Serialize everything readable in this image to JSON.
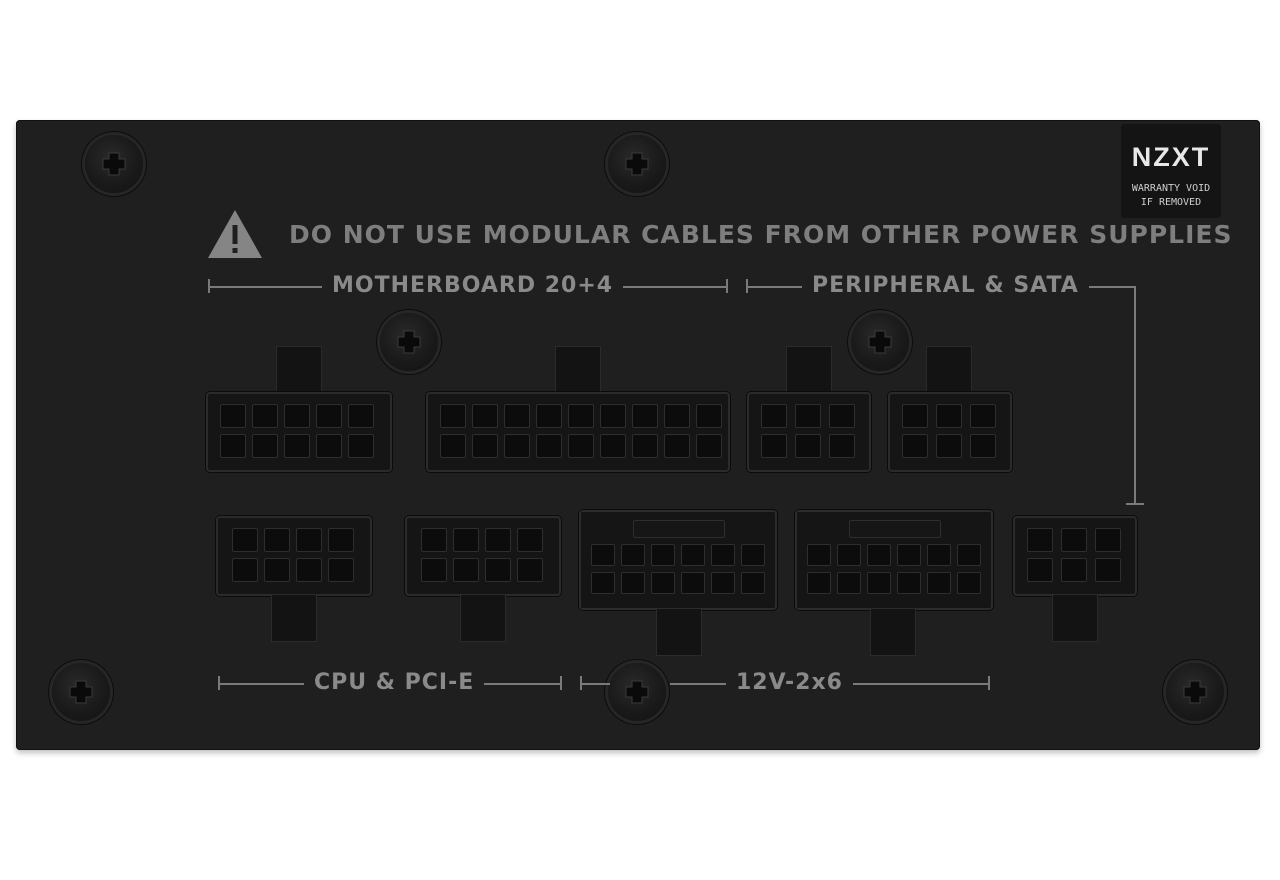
{
  "warning": {
    "icon": "warning-triangle-icon",
    "text": "DO NOT USE MODULAR CABLES FROM OTHER POWER SUPPLIES"
  },
  "labels": {
    "motherboard": "MOTHERBOARD 20+4",
    "peripheral": "PERIPHERAL & SATA",
    "cpu": "CPU & PCI-E",
    "twelve_v": "12V-2x6"
  },
  "badge": {
    "brand": "NZXT",
    "warranty_line1": "WARRANTY VOID",
    "warranty_line2": "IF REMOVED"
  },
  "colors": {
    "panel": "#1f1f1f",
    "label_text": "#8a8a8a",
    "background": "#ffffff"
  }
}
